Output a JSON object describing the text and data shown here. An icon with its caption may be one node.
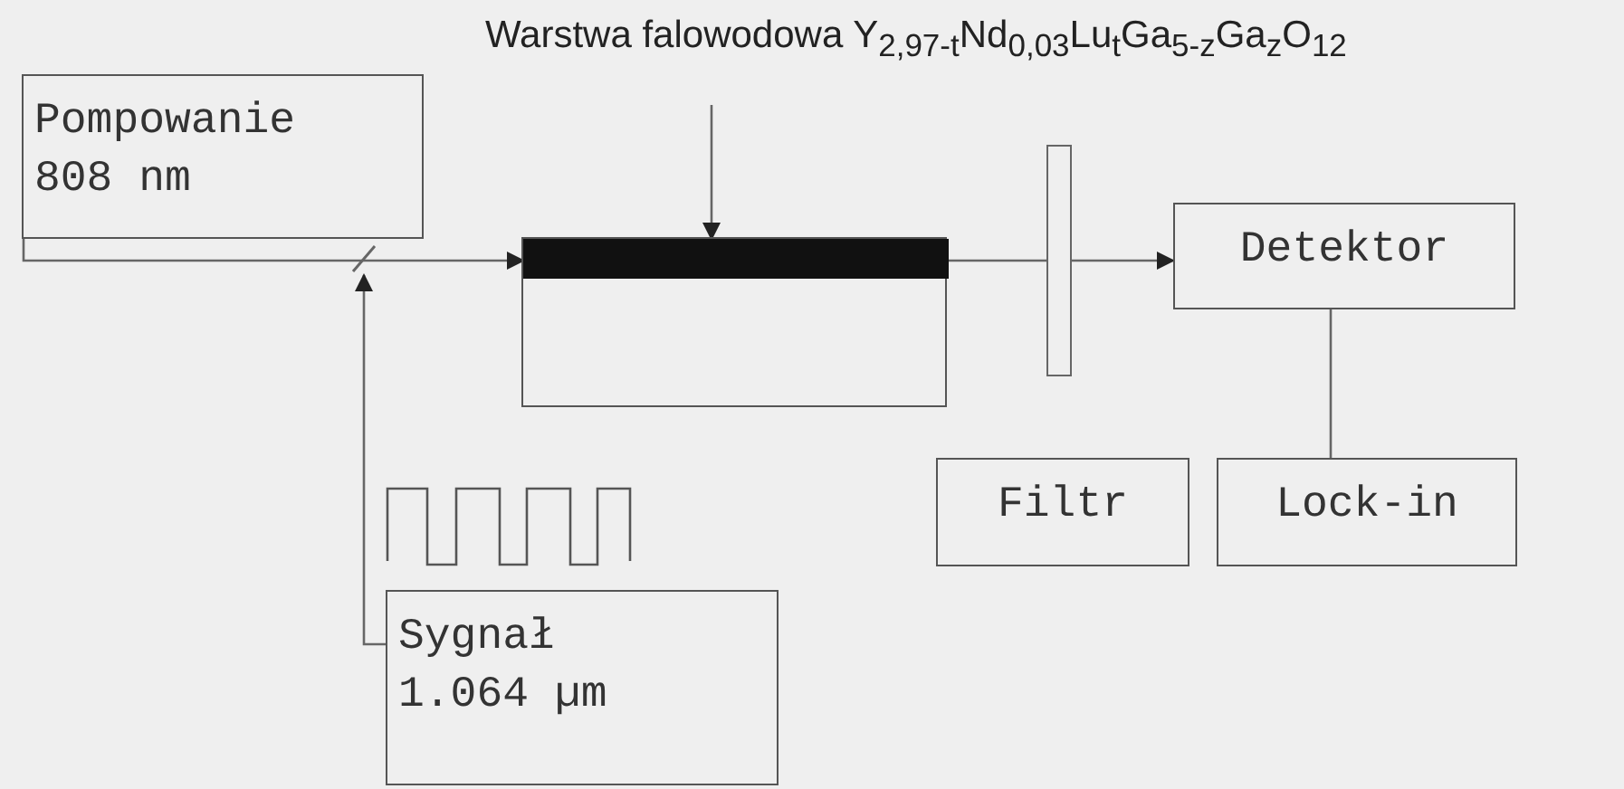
{
  "diagram": {
    "nodes": [
      {
        "text": [
          "Warstwa falowodowa Y$_{2,97-t}$Nd$_{0,03}$Lu$_{t}$Ga$_{5-z}$Ga$_{z}$O$_{12}$"
        ]
      },
      {
        "text": [
          "Pompowanie 808 nm"
        ]
      },
      {
        "text": [],
        "shape": "bar"
      },
      {
        "text": [],
        "shape": "box"
      },
      {
        "text": [],
        "shape": "bar",
        "in": 3
      },
      {
        "text": [],
        "shape": "bar"
      },
      {
        "text": [
          "Detektor"
        ]
      },
      {
        "text": [
          "Filtr"
        ]
      },
      {
        "text": [
          "Lock-in"
        ]
      },
      {
        "text": [
          "Sygnał 1.064 µm"
        ]
      }
    ],
    "edges": [
      {
        "from": 1,
        "to": 2,
        "arrow": "none"
      },
      {
        "from": 2,
        "to": 4,
        "arrow": "to"
      },
      {
        "from": 9,
        "to": 2,
        "arrow": "to"
      },
      {
        "from": 0,
        "to": 4,
        "arrow": "to"
      },
      {
        "from": 4,
        "to": 5,
        "arrow": "none"
      },
      {
        "from": 5,
        "to": 6,
        "arrow": "to"
      },
      {
        "from": 6,
        "to": 8,
        "arrow": "none"
      }
    ]
  }
}
